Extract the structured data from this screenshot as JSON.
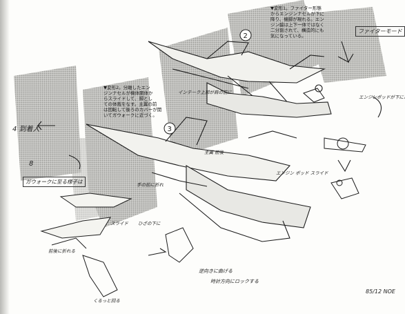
{
  "notes": {
    "note1": "▼変形1。ファイター形態\nからエンジンナセルが下に\n降り、機脚が現れる。エン\nジン脇は上下一体ではなく\n二分割されて、構造的にも\n気になっている。",
    "note2": "▼変形2。分離したエン\nジンナセルが機体胴体か\nらスライドして、脚とし\nての体裁をなす。主翼の前\nは回転して後ろのカバーが開\nいてガウォークに近づく。"
  },
  "step_labels": {
    "two": "2",
    "three": "3"
  },
  "hand_labels": {
    "fighter_mode": "ファイターモード",
    "step4": "4 到着人",
    "step8": "8",
    "gerwalk": "ガウォークに至る様子は",
    "engine_down": "エンジンポッドが下にさがる",
    "shoulder": "インテーク上部が肩の前に",
    "leg_note": "エンジン ポッド スライド",
    "arm_note": "手の前に折れ",
    "wing_note": "主翼 前後",
    "slide_note": "スライド",
    "knee_note": "ひざの下に",
    "fold_note": "前後に折れる",
    "turn_note": "逆向きに曲げる",
    "sign_note": "時計方向にロックする",
    "foot_note": "くるっと回る",
    "date": "85/12 NOE"
  },
  "colors": {
    "ink": "#1c1c1c",
    "screen_tone": "#9a9a96",
    "paper": "#fdfdfb"
  }
}
